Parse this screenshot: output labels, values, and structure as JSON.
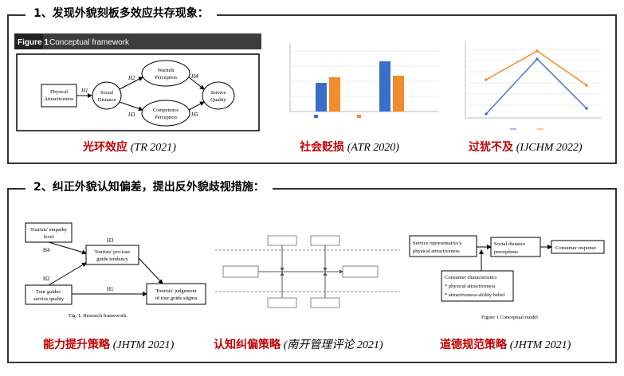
{
  "section1": {
    "title": "1、发现外貌刻板多效应共存现象：",
    "figure1": {
      "header_label": "Figure 1",
      "header_title": "Conceptual framework",
      "nodes": {
        "physical": [
          "Physical",
          "Attractiveness"
        ],
        "social": [
          "Social",
          "Distance"
        ],
        "warmth": [
          "Warmth",
          "Perception"
        ],
        "competence": [
          "Competence",
          "Perception"
        ],
        "service": [
          "Service",
          "Quality"
        ]
      },
      "paths": [
        "H1",
        "H2",
        "H3",
        "H4",
        "H5"
      ]
    },
    "figure2": {
      "ylabel": "",
      "legend": [
        "",
        ""
      ],
      "categories": [
        "",
        ""
      ],
      "caption": "",
      "colors": {
        "series1": "#3a6fc9",
        "series2": "#f28c2a"
      }
    },
    "figure3": {
      "ylabel": "",
      "categories": [
        "",
        "",
        ""
      ],
      "legend": "",
      "colors": {
        "series1": "#4f73d0",
        "series2": "#f28c2a"
      }
    },
    "captions": [
      {
        "zh": "光环效应",
        "src": "(TR 2021)"
      },
      {
        "zh": "社会贬损",
        "src": "(ATR 2020)"
      },
      {
        "zh": "过犹不及",
        "src": "(IJCHM 2022)"
      }
    ]
  },
  "section2": {
    "title": "2、纠正外貌认知偏差，提出反外貌歧视措施：",
    "figure4": {
      "nodes": {
        "empathy": [
          "Tourists' empathy",
          "level"
        ],
        "pretour": [
          "Tourists' pro-tour",
          "guide tendency"
        ],
        "guides": [
          "Tour guides'",
          "service quality"
        ],
        "judgement": [
          "Tourists' judgement",
          "of tour guide stigma"
        ]
      },
      "paths": [
        "H4",
        "H3",
        "H2",
        "H1"
      ],
      "caption": "Fig. 1.  Research framework."
    },
    "figure5": {
      "row_labels": [
        "",
        "",
        ""
      ],
      "boxes": [
        "",
        "",
        "",
        "",
        "",
        ""
      ],
      "paths": [
        "",
        "",
        "",
        ""
      ],
      "caption": ""
    },
    "figure6": {
      "boxes": {
        "rep": [
          "Service representative's",
          "physical attractiveness"
        ],
        "social": [
          "Social distance",
          "perceptions"
        ],
        "response": "Consumer response",
        "consumer_title": "Consumer characteristics",
        "consumer_items": [
          "* physical attractiveness",
          "* attractiveness-ability belief"
        ]
      },
      "caption": "Figure 1 Conceptual model"
    },
    "captions": [
      {
        "zh": "能力提升策略",
        "src": "(JHTM 2021)"
      },
      {
        "zh": "认知纠偏策略",
        "src": "(南开管理评论 2021)"
      },
      {
        "zh": "道德规范策略",
        "src": "(JHTM 2021)"
      }
    ]
  }
}
